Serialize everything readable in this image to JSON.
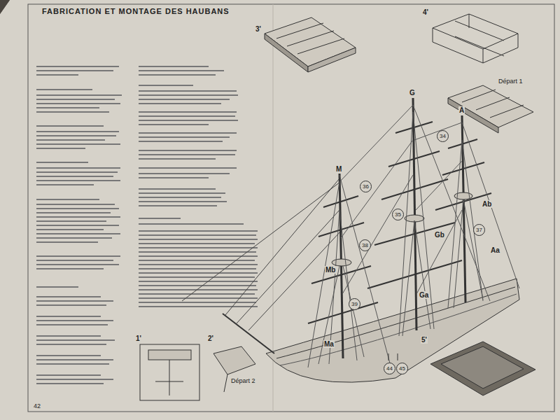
{
  "diagram": {
    "title": "FABRICATION ET MONTAGE DES HAUBANS",
    "labels": [
      "3'",
      "4'",
      "M",
      "G",
      "A",
      "Mb",
      "Gb",
      "Ab",
      "Ma",
      "Ga",
      "Aa",
      "34",
      "36",
      "35",
      "38",
      "37",
      "39",
      "44",
      "45",
      "1'",
      "2'",
      "5'",
      "Départ 1",
      "Départ 2",
      "42"
    ]
  }
}
